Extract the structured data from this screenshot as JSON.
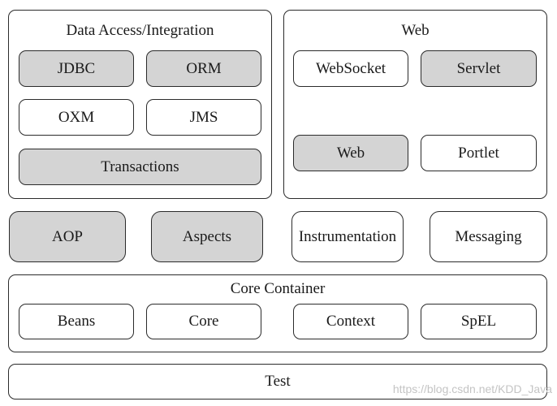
{
  "data_access": {
    "title": "Data Access/Integration",
    "jdbc": "JDBC",
    "orm": "ORM",
    "oxm": "OXM",
    "jms": "JMS",
    "transactions": "Transactions"
  },
  "web": {
    "title": "Web",
    "websocket": "WebSocket",
    "servlet": "Servlet",
    "web": "Web",
    "portlet": "Portlet"
  },
  "middle_row": {
    "aop": "AOP",
    "aspects": "Aspects",
    "instrumentation": "Instrumentation",
    "messaging": "Messaging"
  },
  "core_container": {
    "title": "Core Container",
    "beans": "Beans",
    "core": "Core",
    "context": "Context",
    "spel": "SpEL"
  },
  "test": {
    "label": "Test"
  },
  "watermark": "https://blog.csdn.net/KDD_Java",
  "colors": {
    "shaded_module": "#d4d4d4",
    "plain_module": "#ffffff",
    "border": "#2b2b2b"
  }
}
